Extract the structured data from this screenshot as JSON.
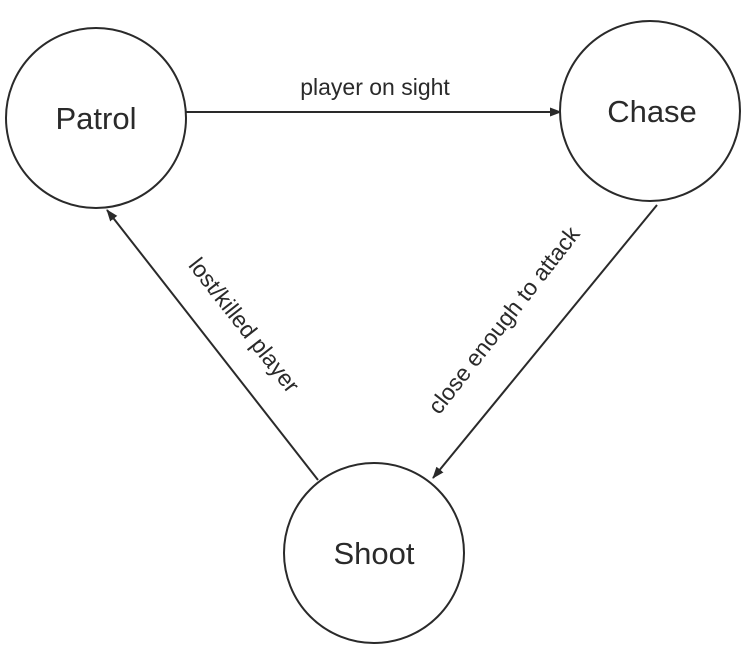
{
  "states": {
    "patrol": "Patrol",
    "chase": "Chase",
    "shoot": "Shoot"
  },
  "transitions": {
    "patrol_to_chase": "player on sight",
    "chase_to_shoot": "close enough to attack",
    "shoot_to_patrol": "lost/killed player"
  }
}
